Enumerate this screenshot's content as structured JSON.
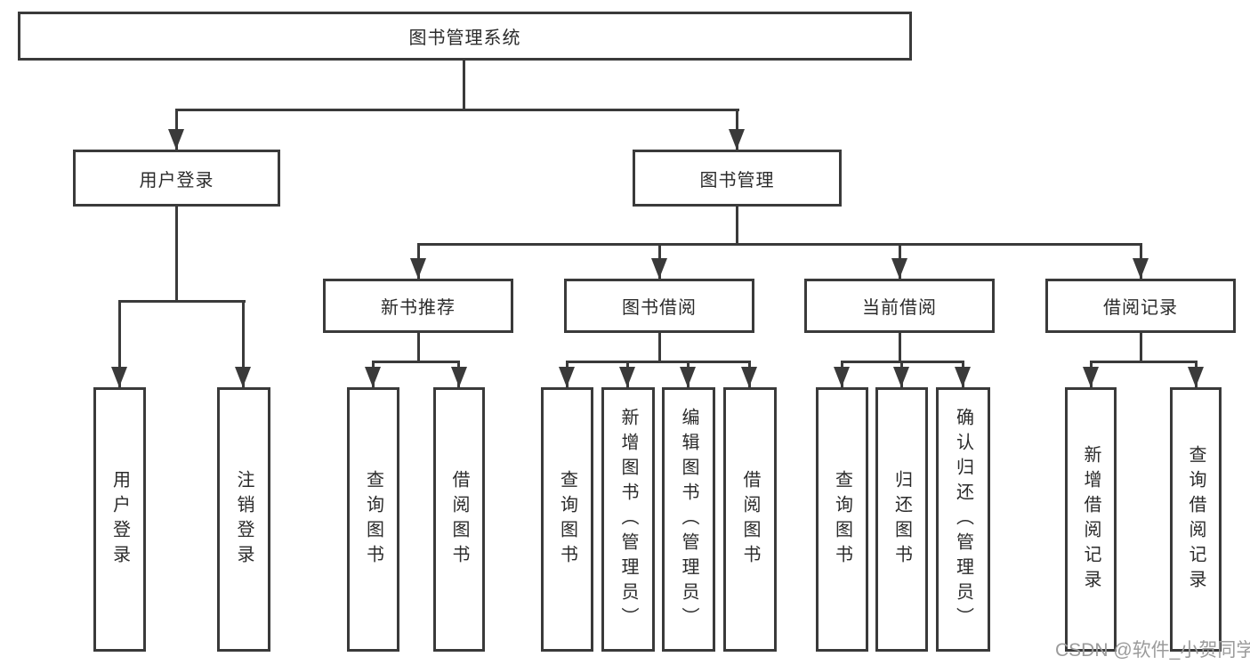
{
  "nodes": {
    "root": "图书管理系统",
    "user_login": "用户登录",
    "book_management": "图书管理",
    "new_book_recommend": "新书推荐",
    "book_borrow": "图书借阅",
    "current_borrow": "当前借阅",
    "borrow_records": "借阅记录"
  },
  "leaves": {
    "user_login": [
      "用户登录",
      "注销登录"
    ],
    "new_book_recommend": [
      "查询图书",
      "借阅图书"
    ],
    "book_borrow": [
      "查询图书",
      "新增图书（管理员）",
      "编辑图书（管理员）",
      "借阅图书"
    ],
    "current_borrow": [
      "查询图书",
      "归还图书",
      "确认归还（管理员）"
    ],
    "borrow_records": [
      "新增借阅记录",
      "查询借阅记录"
    ]
  },
  "watermark": {
    "text": "CSDN @软件_小贺同学"
  },
  "colors": {
    "line": "#3a3a3a",
    "box_border": "#3a3a3a",
    "box_background": "#ffffff",
    "text": "#2b2b2b",
    "watermark": "#9b9b9b",
    "page_background": "#ffffff"
  }
}
